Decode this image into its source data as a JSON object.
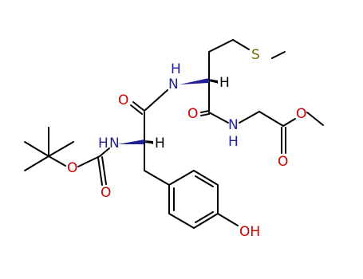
{
  "molecule": {
    "colors": {
      "bond": "#000000",
      "oxygen": "#cc0000",
      "nitrogen": "#1f1f99",
      "sulfur": "#7a6f00",
      "carbon": "#000000"
    },
    "labels": {
      "s": "S",
      "nh_met": "N",
      "h_met_n": "H",
      "h_met_alpha": "H",
      "o_met_carbonyl": "O",
      "n_gly": "N",
      "h_gly": "H",
      "o_ester_single": "O",
      "o_ester_double": "O",
      "o_tyr_carbonyl": "O",
      "nh_tyr": "N",
      "h_tyr_n": "H",
      "h_tyr_alpha": "H",
      "o_boc_single": "O",
      "o_boc_double": "O",
      "oh": "OH"
    }
  }
}
